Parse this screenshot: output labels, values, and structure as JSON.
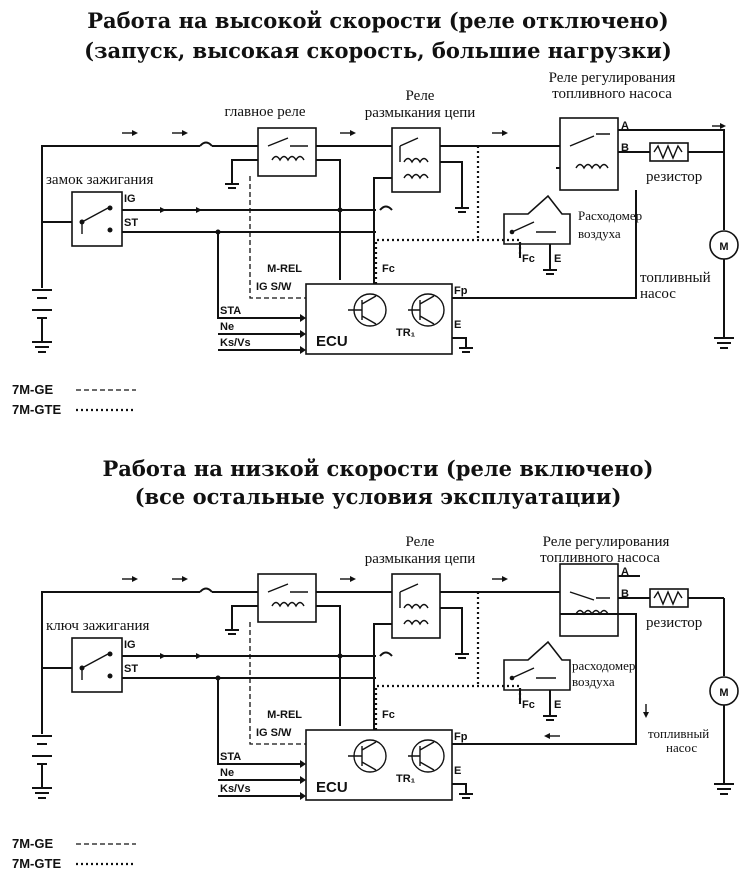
{
  "diagrams": [
    {
      "title": "Работа на высокой скорости (реле отключено)",
      "subtitle": "(запуск, высокая скорость, большие нагрузки)",
      "main_relay_label": "главное реле",
      "circuit_relay_label_1": "Реле",
      "circuit_relay_label_2": "размыкания цепи",
      "pump_relay_label_1": "Реле регулирования",
      "pump_relay_label_2": "топливного насоса",
      "ignition_label": "замок зажигания",
      "resistor_label": "резистор",
      "airflow_label_1": "Расходомер",
      "airflow_label_2": "воздуха",
      "pump_label_1": "топливный",
      "pump_label_2": "насос",
      "pins": {
        "ig": "IG",
        "st": "ST",
        "a": "A",
        "b": "B",
        "mrel": "M-REL",
        "igsw": "IG S/W",
        "fc": "Fc",
        "fp": "Fp",
        "e": "E",
        "sta": "STA",
        "ne": "Ne",
        "ksvs": "Ks/Vs",
        "ecu": "ECU",
        "tr1": "TR₁",
        "fc2": "Fc",
        "e2": "E",
        "motor": "M"
      },
      "legend": [
        {
          "label": "7M-GE",
          "style": "dashed"
        },
        {
          "label": "7M-GTE",
          "style": "dotted"
        }
      ]
    },
    {
      "title": "Работа на низкой скорости (реле включено)",
      "subtitle": "(все остальные условия эксплуатации)",
      "main_relay_label": "",
      "circuit_relay_label_1": "Реле",
      "circuit_relay_label_2": "размыкания цепи",
      "pump_relay_label_1": "Реле регулирования",
      "pump_relay_label_2": "топливного насоса",
      "ignition_label": "ключ зажигания",
      "resistor_label": "резистор",
      "airflow_label_1": "расходомер",
      "airflow_label_2": "воздуха",
      "pump_label_1": "топливный",
      "pump_label_2": "насос",
      "pins": {
        "ig": "IG",
        "st": "ST",
        "a": "A",
        "b": "B",
        "mrel": "M-REL",
        "igsw": "IG S/W",
        "fc": "Fc",
        "fp": "Fp",
        "e": "E",
        "sta": "STA",
        "ne": "Ne",
        "ksvs": "Ks/Vs",
        "ecu": "ECU",
        "tr1": "TR₁",
        "fc2": "Fc",
        "e2": "E",
        "motor": "M"
      },
      "legend": [
        {
          "label": "7M-GE",
          "style": "dashed"
        },
        {
          "label": "7M-GTE",
          "style": "dotted"
        }
      ]
    }
  ]
}
